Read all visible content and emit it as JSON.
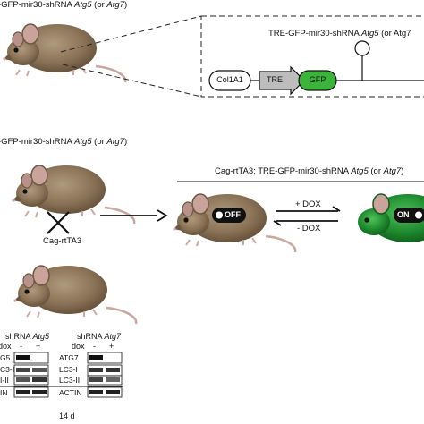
{
  "panel_a": {
    "label_prefix": "-GFP-mir30-shRNA ",
    "label_gene1": "Atg5",
    "label_mid": " (or ",
    "label_gene2": "Atg7",
    "label_suffix": ")",
    "construct_title_prefix": "TRE-GFP-mir30-shRNA ",
    "construct_title_gene": "Atg5",
    "construct_title_tail": " (or Atg7",
    "col1a1": "Col1A1",
    "tre": "TRE",
    "gfp": "GFP"
  },
  "panel_b": {
    "label_prefix": "-GFP-mir30-shRNA ",
    "label_gene1": "Atg5",
    "label_mid": " (or ",
    "label_gene2": "Atg7",
    "label_suffix": ")",
    "cross_partner": "Cag-rtTA3",
    "offspring_prefix": "Cag-rtTA3; TRE-GFP-mir30-shRNA ",
    "offspring_gene1": "Atg5",
    "offspring_mid": " (or ",
    "offspring_gene2": "Atg7",
    "offspring_suffix": ")",
    "off_badge": "OFF",
    "on_badge": "ON",
    "plus_dox": "+ DOX",
    "minus_dox": "- DOX"
  },
  "panel_c": {
    "group1_title_prefix": "shRNA ",
    "group1_title_gene": "Atg5",
    "group2_title_prefix": "shRNA ",
    "group2_title_gene": "Atg7",
    "dox_label": "dox",
    "minus": "-",
    "plus": "+",
    "group1_rows": [
      "G5",
      "C3-I",
      "I-II",
      "IN"
    ],
    "group2_rows": [
      "ATG7",
      "LC3-I",
      "LC3-II",
      "ACTIN"
    ],
    "time": "14 d"
  },
  "colors": {
    "mouse_brown": "#8a7256",
    "mouse_green": "#1e8a2e",
    "gfp_green": "#3cb43c"
  }
}
